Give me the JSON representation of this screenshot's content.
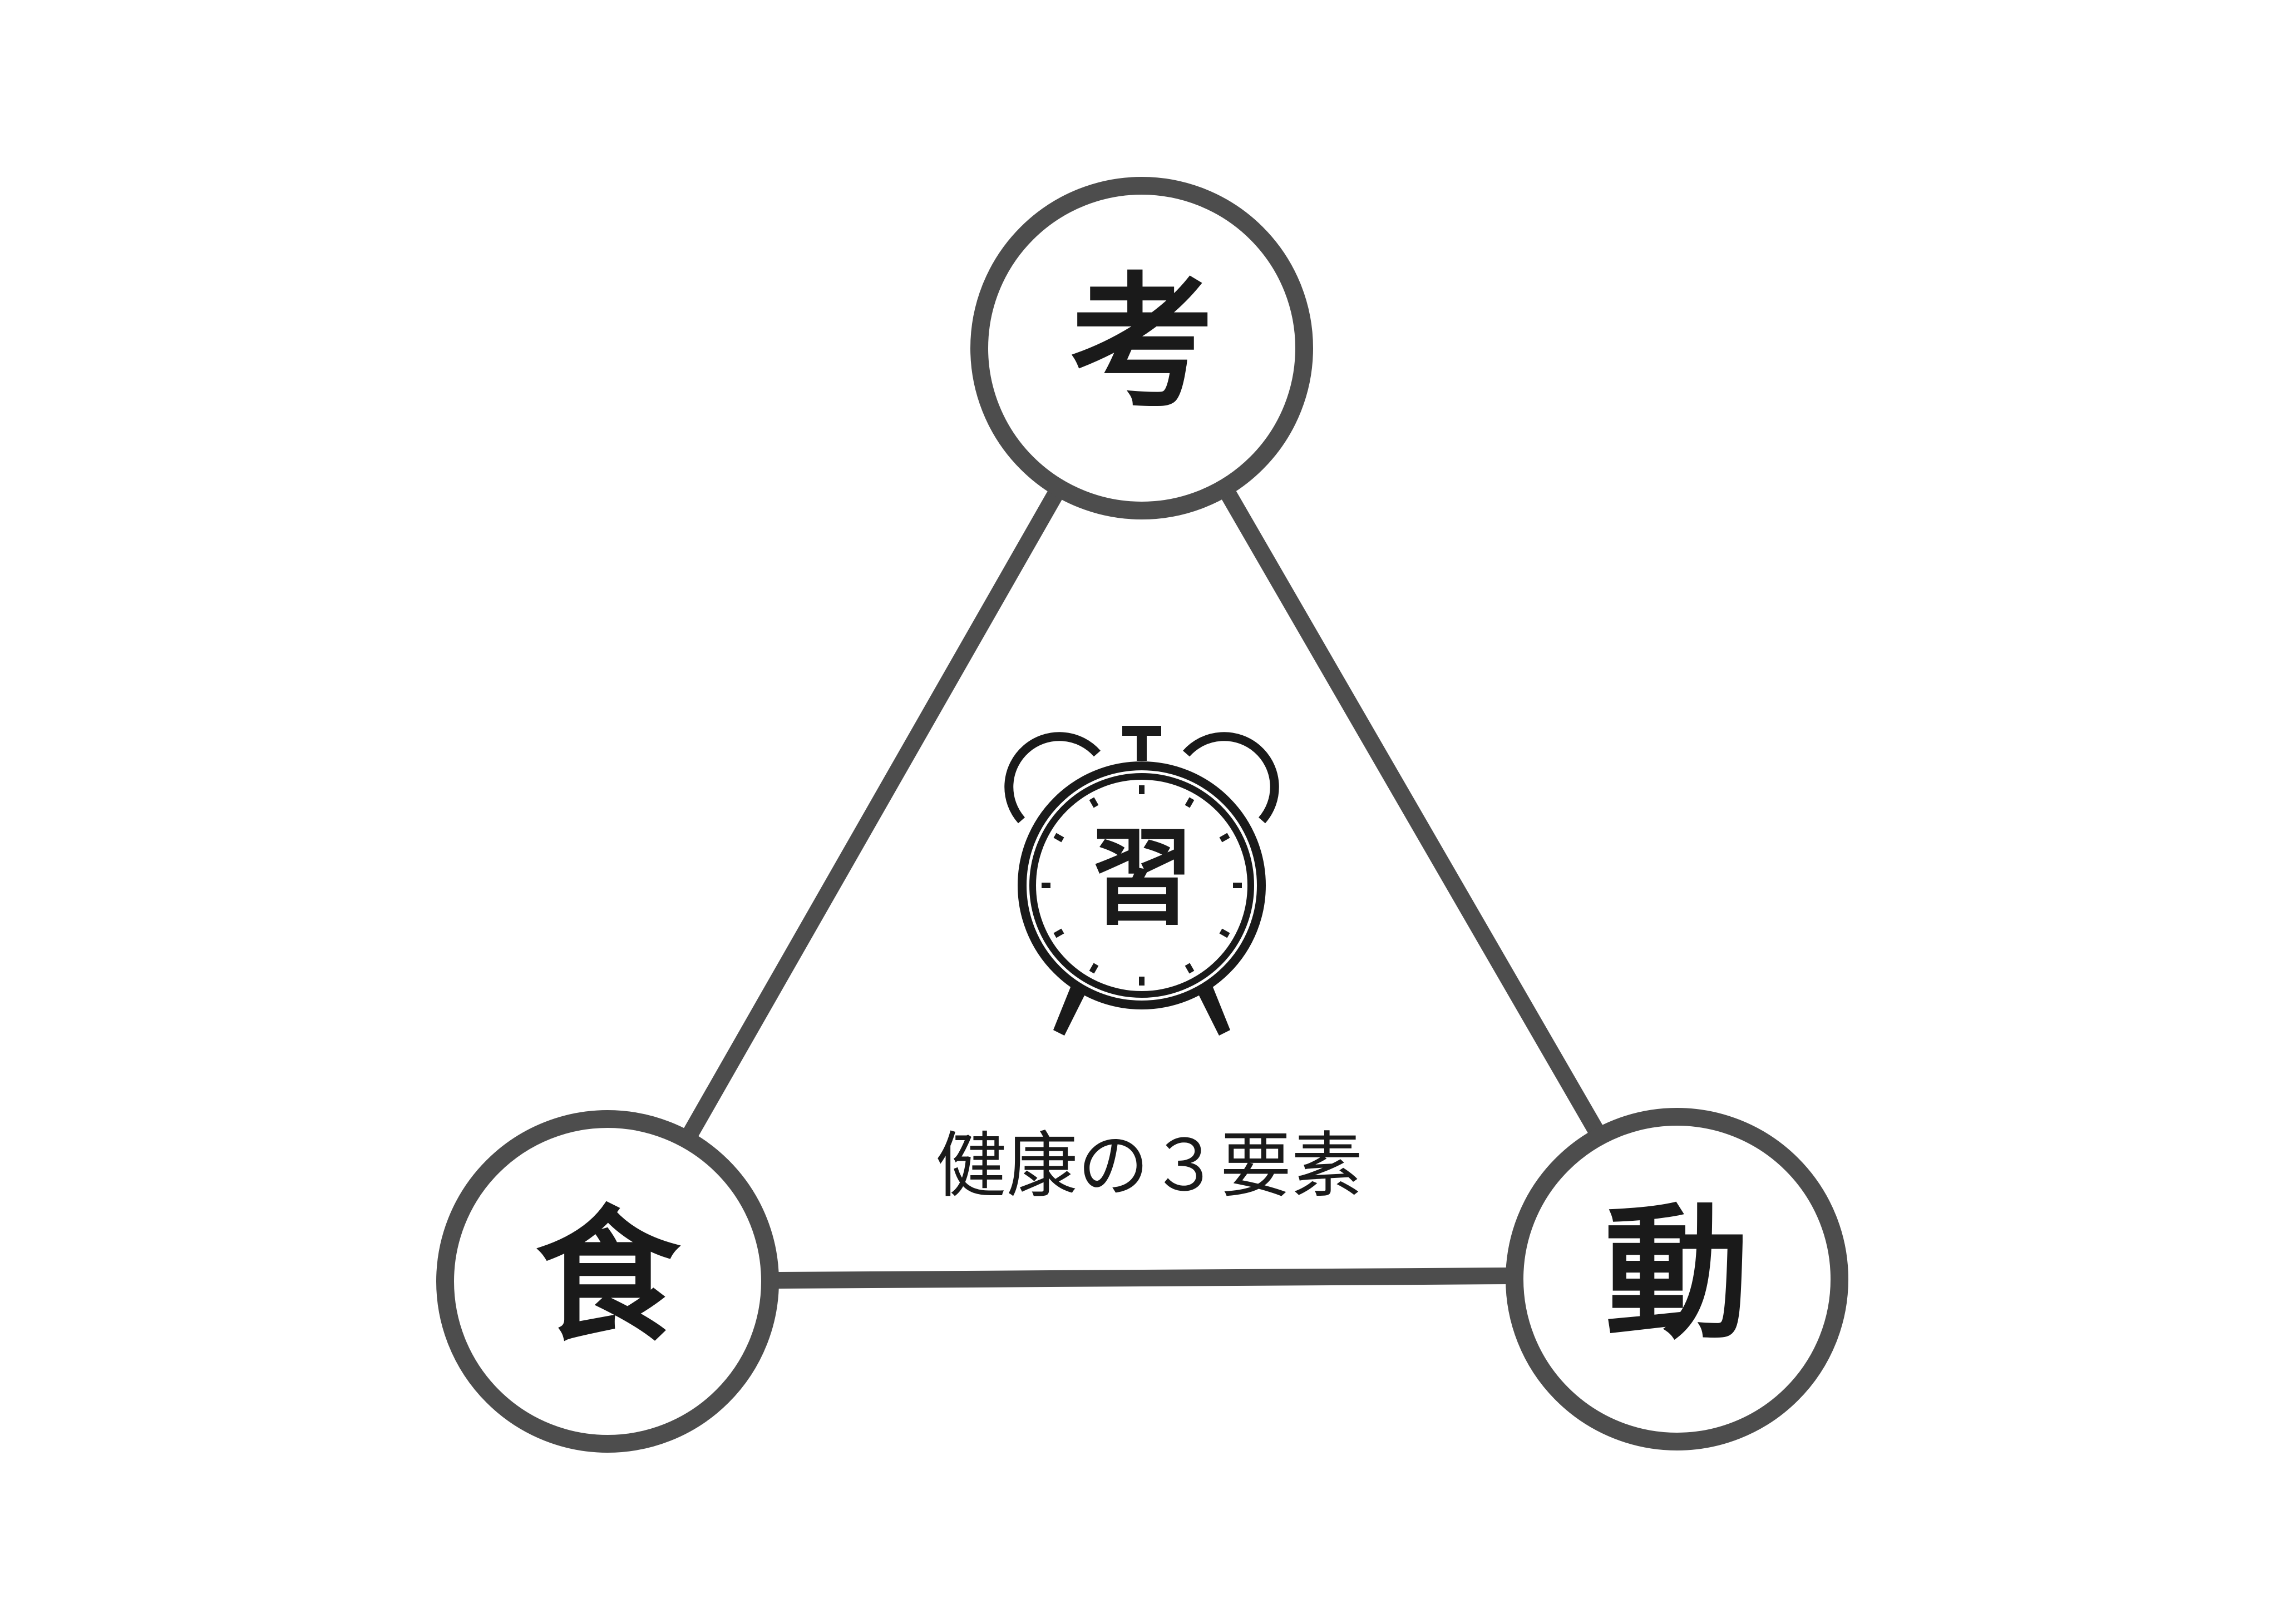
{
  "diagram": {
    "nodes": {
      "top": {
        "label": "考"
      },
      "left": {
        "label": "食"
      },
      "right": {
        "label": "動"
      }
    },
    "center": {
      "label": "習",
      "icon": "alarm-clock-icon"
    },
    "caption": "健康の３要素",
    "colors": {
      "ring": "#4d4d4d",
      "text": "#1a1a1a",
      "background": "#ffffff"
    }
  }
}
